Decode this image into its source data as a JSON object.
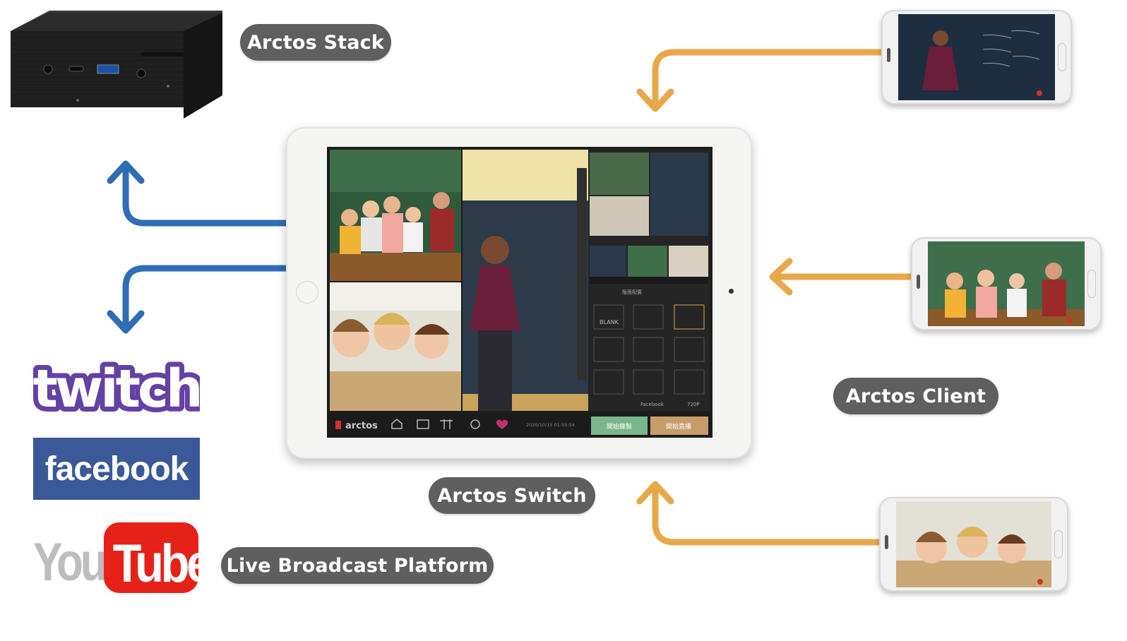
{
  "labels": {
    "stack": "Arctos Stack",
    "switch": "Arctos Switch",
    "client": "Arctos Client",
    "platform": "Live Broadcast Platform"
  },
  "platforms": {
    "twitch": "twitch",
    "facebook": "facebook",
    "youtube_you": "You",
    "youtube_tube": "Tube"
  },
  "ipad_app": {
    "brand": "arctos",
    "timestamp": "2020/10/15 01:55:54",
    "btn_record": "開始錄製",
    "btn_live": "開始直播",
    "layout_blank": "BLANK",
    "layout_title": "版面配置",
    "stream_target": "Facebook",
    "resolution": "720P"
  },
  "colors": {
    "blue_arrow": "#2f6db5",
    "orange_arrow": "#e8a84a",
    "pill_bg": "#5f5f5f",
    "facebook_bg": "#3b5998",
    "twitch": "#6441a5",
    "youtube_red": "#e62117"
  }
}
